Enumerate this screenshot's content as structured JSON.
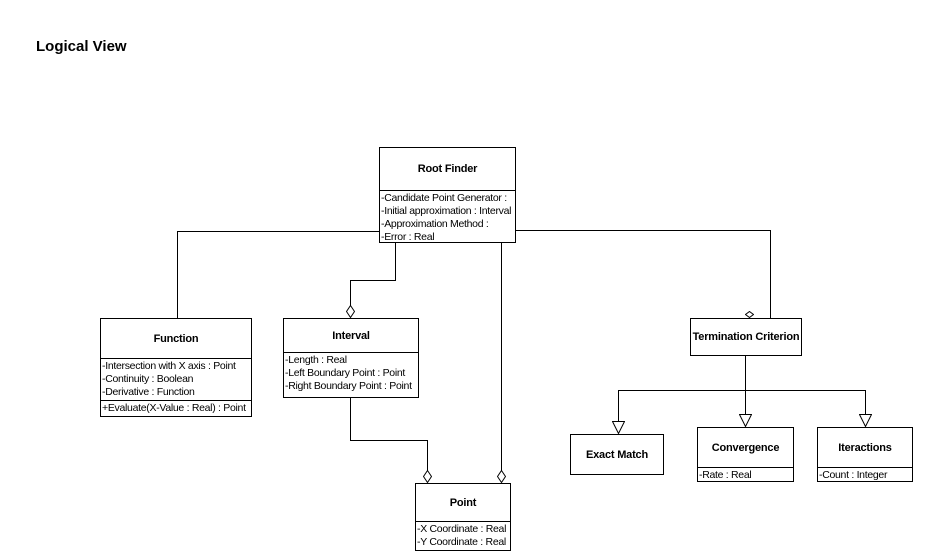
{
  "page": {
    "title": "Logical View",
    "background_color": "#ffffff",
    "line_color": "#000000"
  },
  "classes": {
    "root_finder": {
      "name": "Root Finder",
      "attributes": [
        "-Candidate Point Generator :",
        "-Initial approximation : Interval",
        "-Approximation Method :",
        "-Error : Real"
      ]
    },
    "function": {
      "name": "Function",
      "attributes": [
        "-Intersection with X axis : Point",
        "-Continuity : Boolean",
        "-Derivative : Function"
      ],
      "methods": [
        "+Evaluate(X-Value : Real) : Point"
      ]
    },
    "interval": {
      "name": "Interval",
      "attributes": [
        "-Length : Real",
        "-Left Boundary Point : Point",
        "-Right Boundary Point : Point"
      ]
    },
    "termination_criterion": {
      "name": "Termination Criterion"
    },
    "exact_match": {
      "name": "Exact Match"
    },
    "convergence": {
      "name": "Convergence",
      "attributes": [
        "-Rate : Real"
      ]
    },
    "iteractions": {
      "name": "Iteractions",
      "attributes": [
        "-Count : Integer"
      ]
    },
    "point": {
      "name": "Point",
      "attributes": [
        "-X Coordinate : Real",
        "-Y Coordinate : Real"
      ]
    }
  },
  "relationships": [
    {
      "from": "Root Finder",
      "to": "Function",
      "type": "association"
    },
    {
      "from": "Root Finder",
      "to": "Interval",
      "type": "aggregation",
      "diamond_at": "Interval"
    },
    {
      "from": "Root Finder",
      "to": "Termination Criterion",
      "type": "aggregation",
      "diamond_at": "Termination Criterion"
    },
    {
      "from": "Root Finder",
      "to": "Point",
      "type": "aggregation",
      "diamond_at": "Point"
    },
    {
      "from": "Interval",
      "to": "Point",
      "type": "aggregation",
      "diamond_at": "Point"
    },
    {
      "from": "Termination Criterion",
      "to": "Exact Match",
      "type": "generalization"
    },
    {
      "from": "Termination Criterion",
      "to": "Convergence",
      "type": "generalization"
    },
    {
      "from": "Termination Criterion",
      "to": "Iteractions",
      "type": "generalization"
    }
  ]
}
